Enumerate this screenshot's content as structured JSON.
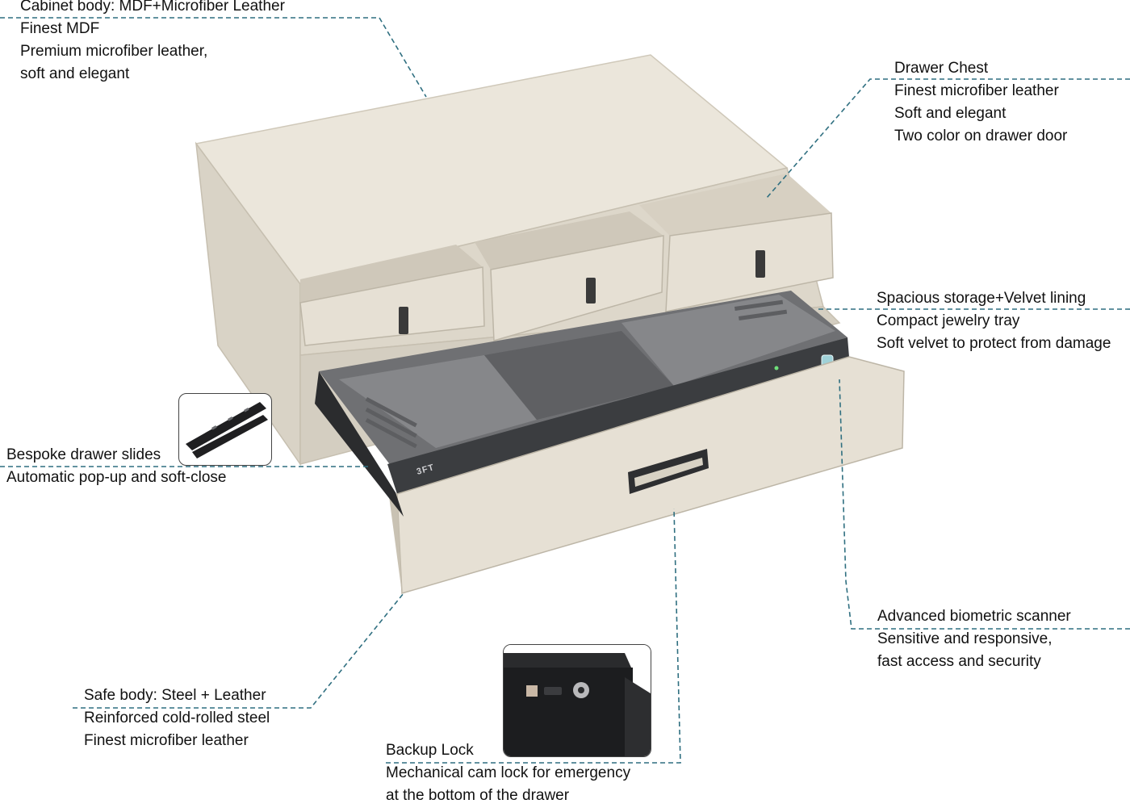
{
  "colors": {
    "leather": "#e6e0d4",
    "leather_shade": "#d3cdbf",
    "leather_dark": "#bdb6a7",
    "velvet": "#7c7d80",
    "velvet_dark": "#5e5f62",
    "steel": "#3b3d40",
    "leader_line": "#2f6f80"
  },
  "callouts": {
    "cabinet_body": {
      "title": "Cabinet body: MDF+Microfiber Leather",
      "line1": "Finest MDF",
      "line2": "Premium microfiber leather,",
      "line3": "soft and elegant"
    },
    "drawer_chest": {
      "title": "Drawer Chest",
      "line1": "Finest microfiber leather",
      "line2": "Soft and elegant",
      "line3": "Two color on drawer door"
    },
    "storage": {
      "title": "Spacious storage+Velvet lining",
      "line1": "Compact jewelry tray",
      "line2": "Soft velvet to protect from damage"
    },
    "slides": {
      "title": "Bespoke drawer slides",
      "line1": "Automatic pop-up and soft-close"
    },
    "biometric": {
      "title": "Advanced biometric scanner",
      "line1": "Sensitive and responsive,",
      "line2": "fast access and security"
    },
    "safe_body": {
      "title": "Safe body: Steel + Leather",
      "line1": "Reinforced cold-rolled steel",
      "line2": "Finest microfiber leather"
    },
    "backup_lock": {
      "title": "Backup Lock",
      "line1": "Mechanical cam lock for emergency",
      "line2": "at the bottom of the drawer"
    }
  },
  "product": {
    "brand_mark": "3FT"
  },
  "icons": {
    "slides_inset": "drawer-slide-rail-icon",
    "lock_inset": "cam-lock-icon"
  }
}
